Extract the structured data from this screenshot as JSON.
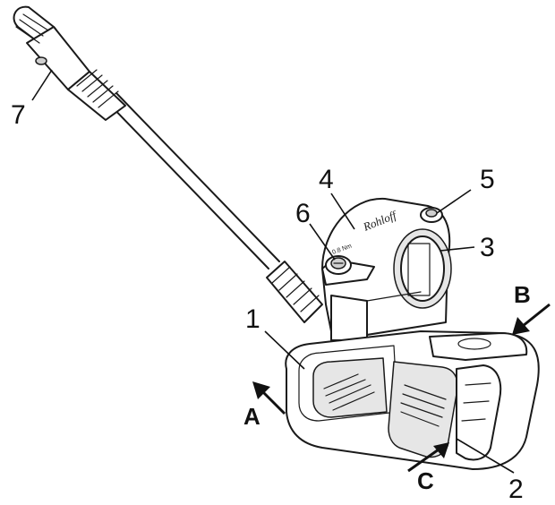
{
  "callouts": {
    "c1": "1",
    "c2": "2",
    "c3": "3",
    "c4": "4",
    "c5": "5",
    "c6": "6",
    "c7": "7"
  },
  "arrows": {
    "a": "A",
    "b": "B",
    "c": "C"
  },
  "engraving": {
    "torque": "0.8 Nm",
    "brand": "Rohloff"
  },
  "colors": {
    "line": "#1a1a1a",
    "fill": "#ffffff",
    "shade": "#e6e6e6"
  }
}
